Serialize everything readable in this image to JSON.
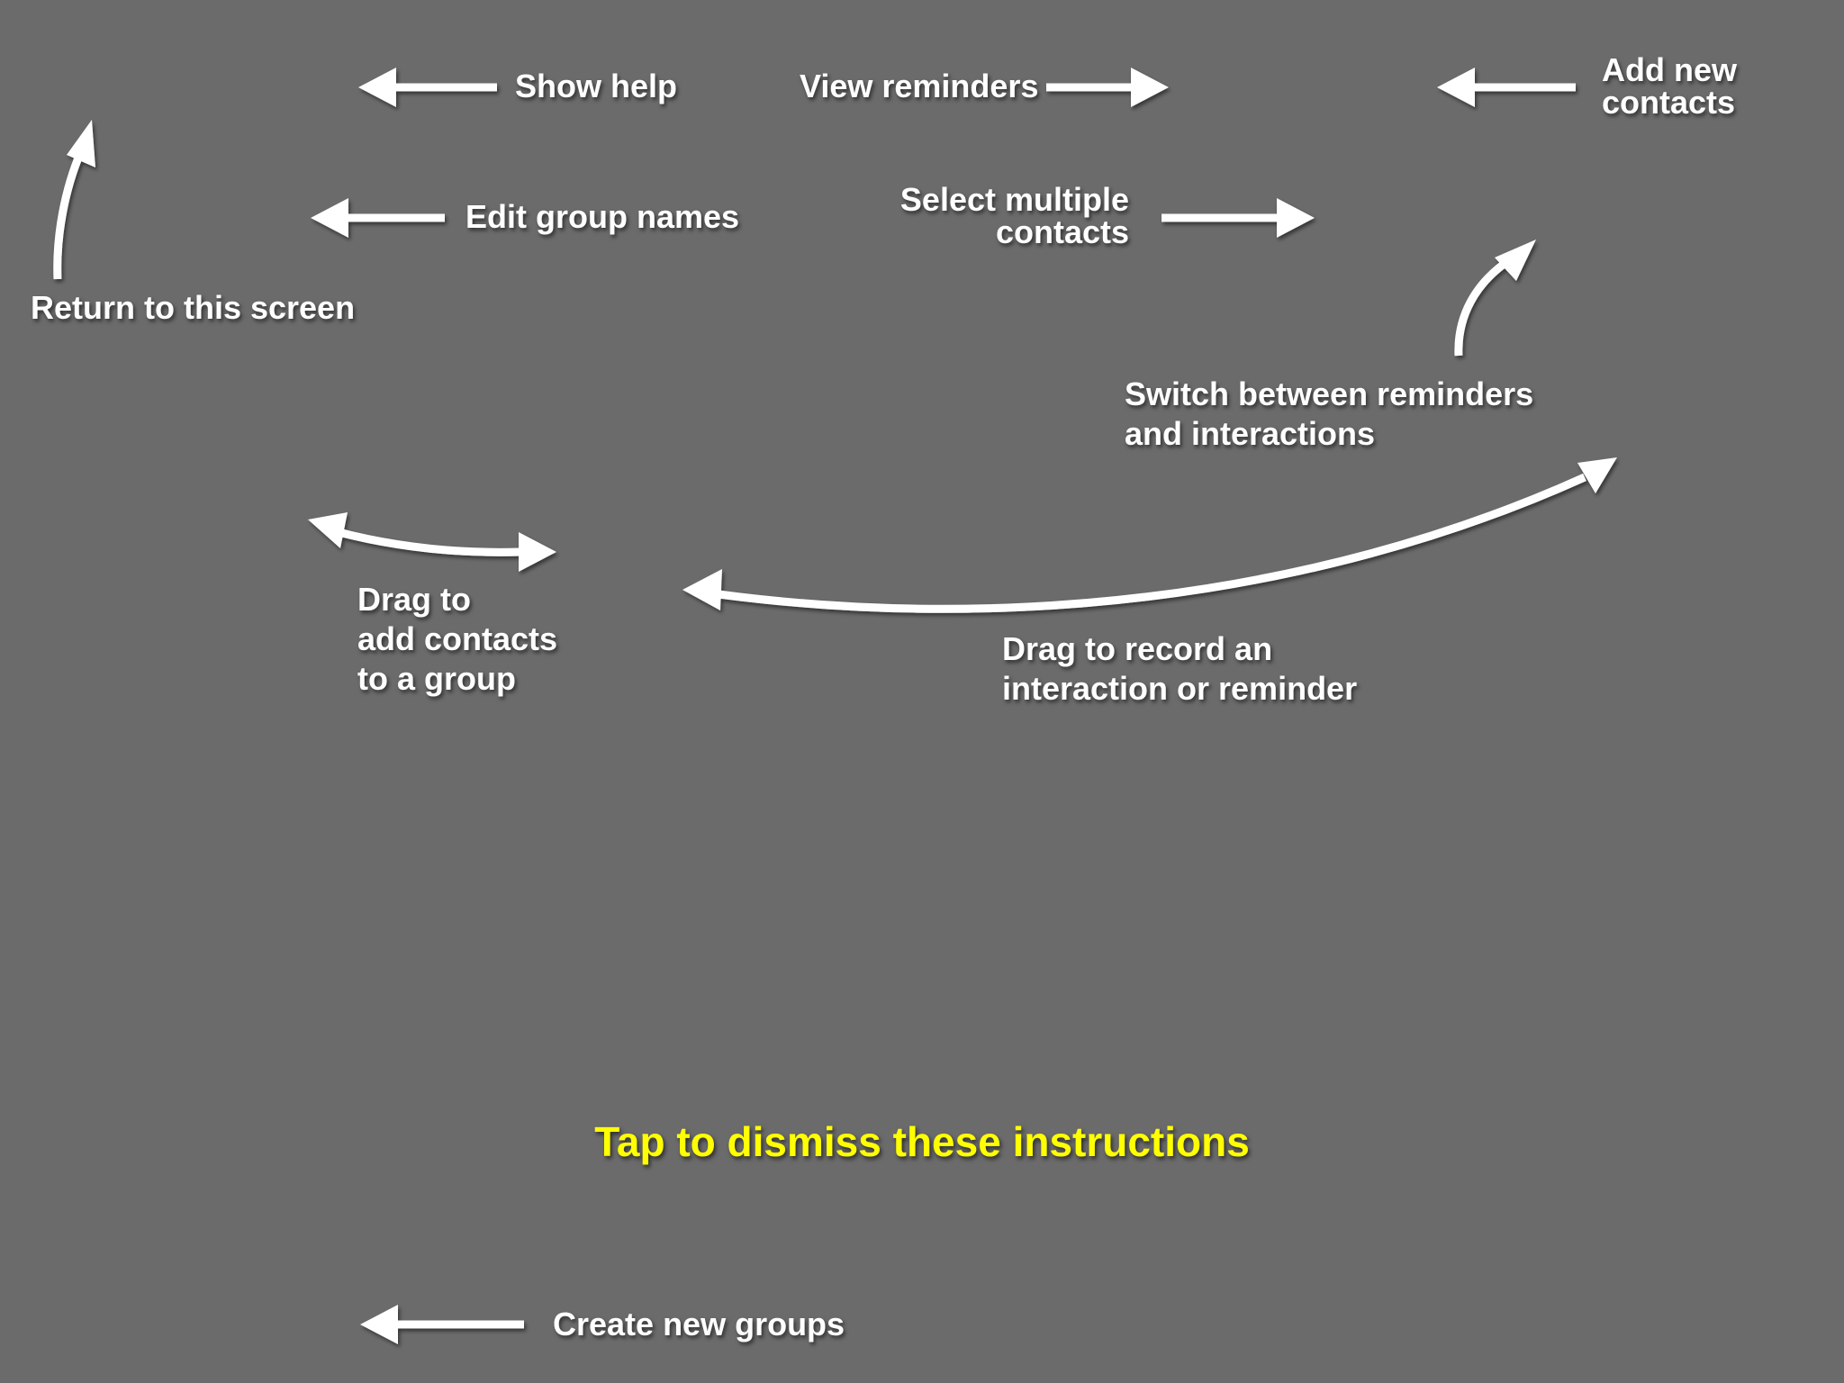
{
  "overlay": {
    "background": "#6b6b6b",
    "text_color": "#ffffff",
    "accent_color": "#ffff00"
  },
  "labels": {
    "show_help": "Show help",
    "view_reminders": "View reminders",
    "add_new_contacts_line1": "Add new",
    "add_new_contacts_line2": "contacts",
    "edit_group_names": "Edit group names",
    "select_multiple_line1": "Select multiple",
    "select_multiple_line2": "contacts",
    "return_to_screen": "Return to this screen",
    "switch_line1": "Switch between reminders",
    "switch_line2": "and interactions",
    "drag_group_line1": "Drag to",
    "drag_group_line2": "add contacts",
    "drag_group_line3": "to a group",
    "drag_record_line1": "Drag to record an",
    "drag_record_line2": "interaction or reminder",
    "create_new_groups": "Create new groups"
  },
  "dismiss": {
    "text": "Tap to dismiss these instructions"
  }
}
